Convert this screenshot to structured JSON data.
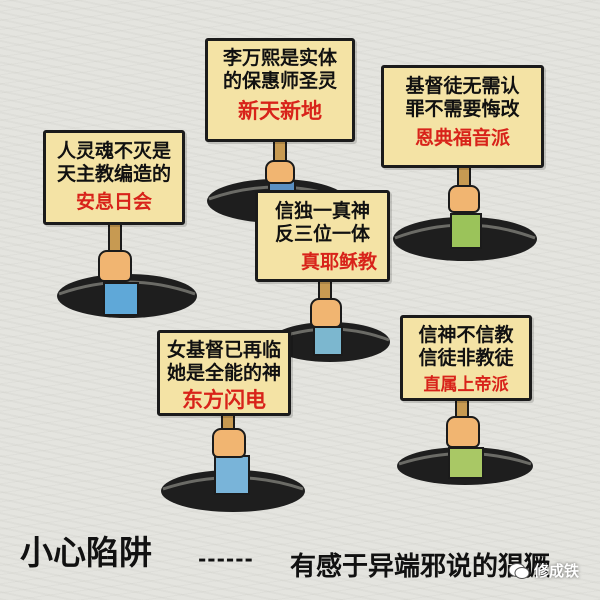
{
  "cartoon": {
    "signs": [
      {
        "id": "sign-1",
        "lines": [
          "李万熙是实体",
          "的保惠师圣灵"
        ],
        "label": "新天新地",
        "sleeve_color": "#5a8fc2"
      },
      {
        "id": "sign-2",
        "lines": [
          "基督徒无需认",
          "罪不需要悔改"
        ],
        "label": "恩典福音派",
        "sleeve_color": "#9bc35a"
      },
      {
        "id": "sign-3",
        "lines": [
          "人灵魂不灭是",
          "天主教编造的"
        ],
        "label": "安息日会",
        "sleeve_color": "#5fa8d8"
      },
      {
        "id": "sign-4",
        "lines": [
          "信独一真神",
          "反三位一体"
        ],
        "label": "真耶稣教",
        "sleeve_color": "#7cb7cf"
      },
      {
        "id": "sign-5",
        "lines": [
          "女基督已再临",
          "她是全能的神"
        ],
        "label": "东方闪电",
        "sleeve_color": "#79b4d9"
      },
      {
        "id": "sign-6",
        "lines": [
          "信神不信教",
          "信徒非教徒"
        ],
        "label": "直属上帝派",
        "sleeve_color": "#a9c865"
      }
    ],
    "footer_title": "小心陷阱",
    "footer_dashes": "------",
    "footer_caption": "有感于异端邪说的猖獗",
    "watermark": "修成铁",
    "colors": {
      "sign_bg": "#f4e3a5",
      "label_red": "#d8231a",
      "pole": "#c79a52",
      "skin": "#f1b571"
    }
  }
}
